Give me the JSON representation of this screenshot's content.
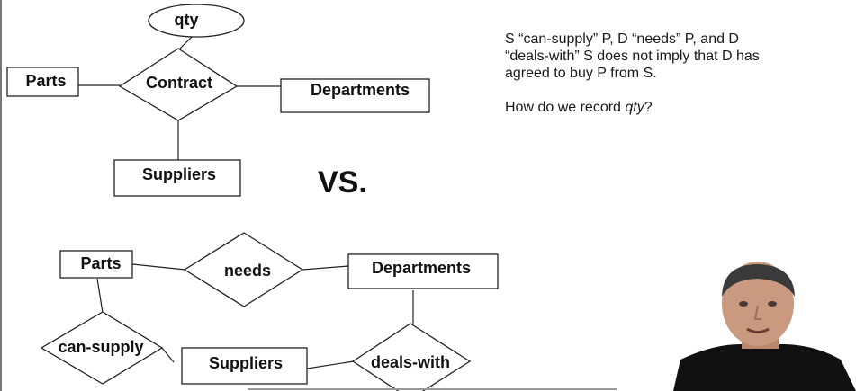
{
  "diagram_top": {
    "entities": {
      "parts": "Parts",
      "departments": "Departments",
      "suppliers": "Suppliers"
    },
    "relationship": "Contract",
    "attribute": "qty"
  },
  "versus": "VS.",
  "diagram_bottom": {
    "entities": {
      "parts": "Parts",
      "departments": "Departments",
      "suppliers": "Suppliers"
    },
    "relationships": {
      "needs": "needs",
      "can_supply": "can-supply",
      "deals_with": "deals-with"
    }
  },
  "notes": {
    "line1": "S “can-supply” P,  D “needs” P,  and D",
    "line2": "“deals-with” S does not imply that D has",
    "line3": "agreed to buy P from S.",
    "question_prefix": "How do we record ",
    "question_term": "qty",
    "question_suffix": "?"
  },
  "colors": {
    "background": "#ffffff",
    "stroke": "#222222",
    "text": "#111111",
    "speaker_shirt": "#111111",
    "speaker_skin": "#c99a80",
    "speaker_hair": "#3a3a3a"
  }
}
